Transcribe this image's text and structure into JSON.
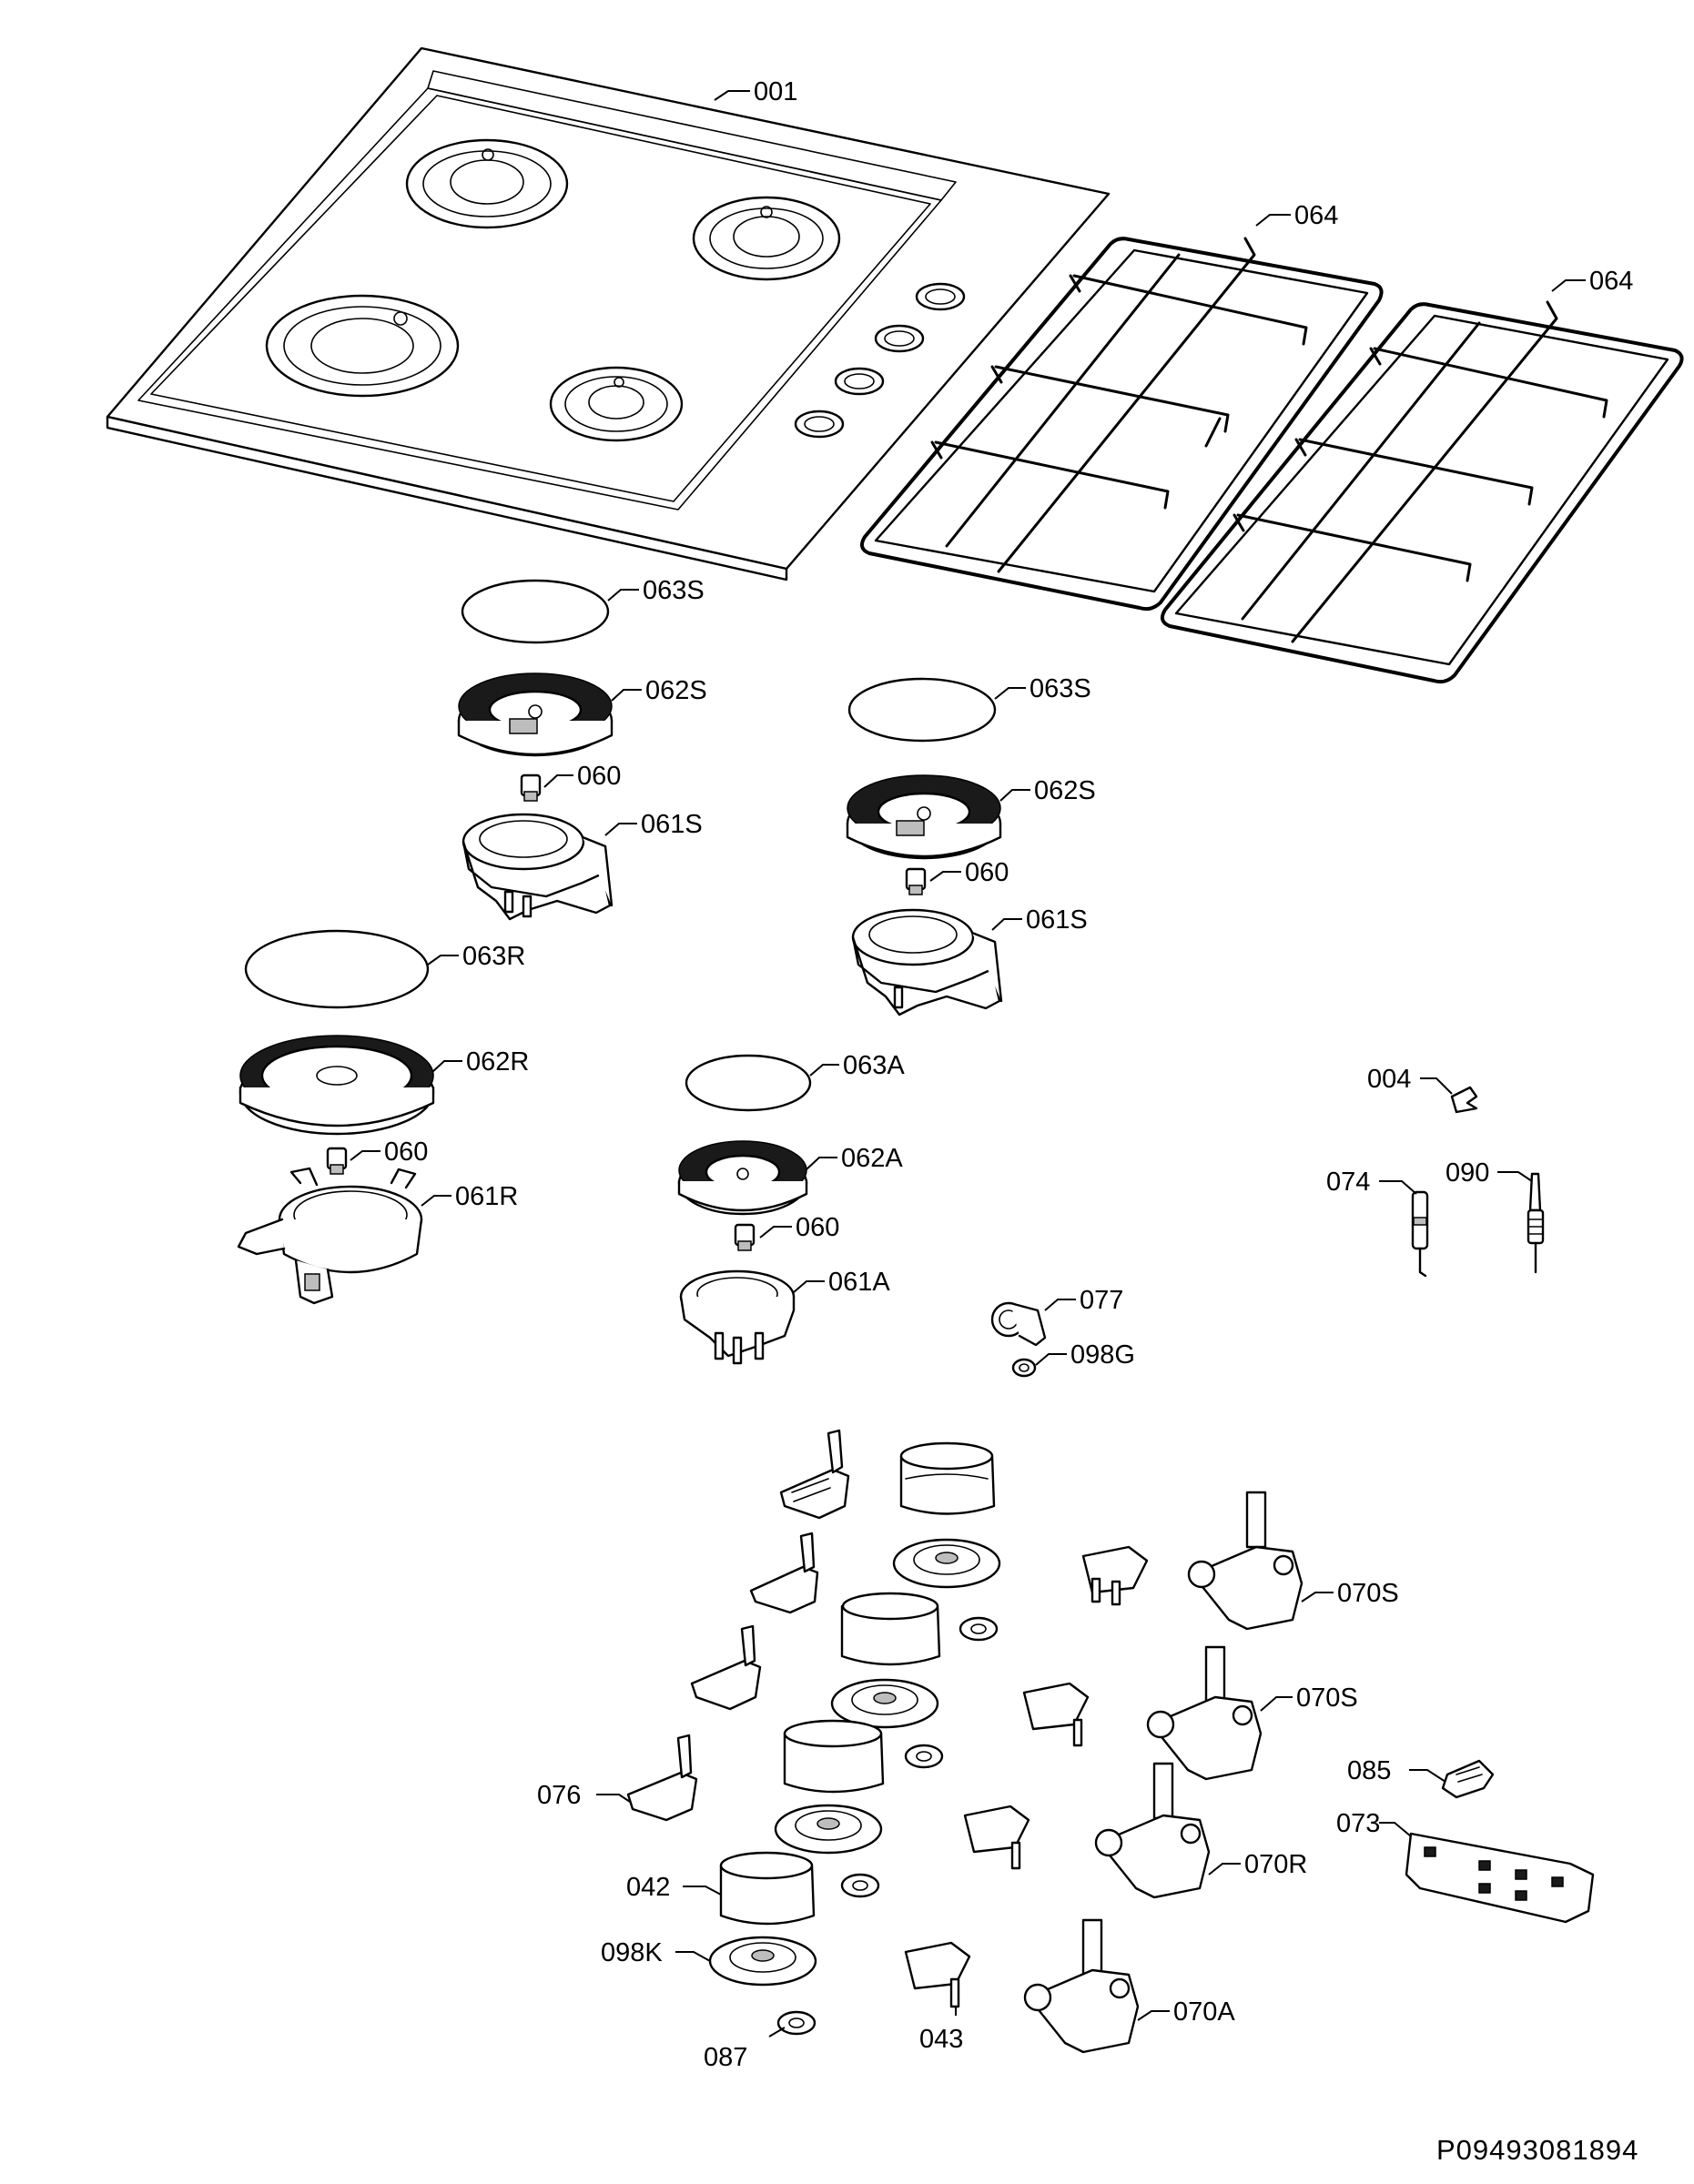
{
  "labels": {
    "l001": "001",
    "l064a": "064",
    "l064b": "064",
    "l063S_1": "063S",
    "l062S_1": "062S",
    "l060_1": "060",
    "l061S_1": "061S",
    "l063S_2": "063S",
    "l062S_2": "062S",
    "l060_2": "060",
    "l061S_2": "061S",
    "l063R": "063R",
    "l062R": "062R",
    "l060_3": "060",
    "l061R": "061R",
    "l063A": "063A",
    "l062A": "062A",
    "l060_4": "060",
    "l061A": "061A",
    "l004": "004",
    "l074": "074",
    "l090": "090",
    "l077": "077",
    "l098G": "098G",
    "l070S_1": "070S",
    "l070S_2": "070S",
    "l085": "085",
    "l073": "073",
    "l076": "076",
    "l070R": "070R",
    "l042": "042",
    "l098K": "098K",
    "l043": "043",
    "l087": "087",
    "l070A": "070A"
  },
  "document_number": "P09493081894"
}
